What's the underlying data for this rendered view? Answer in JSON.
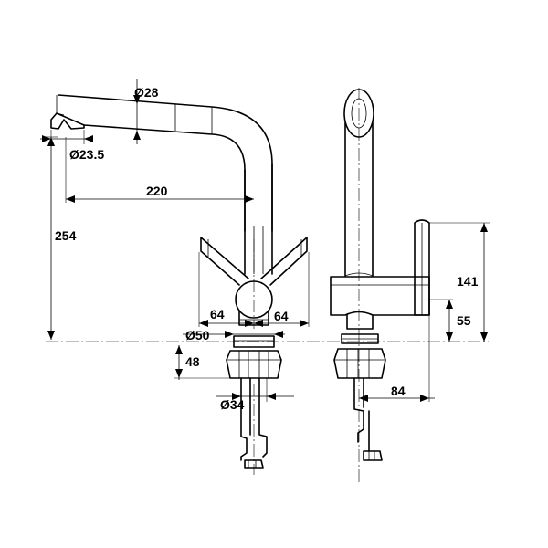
{
  "dimensions": {
    "spout_dia": "Ø28",
    "aerator_dia": "Ø23.5",
    "reach": "220",
    "height": "254",
    "lever_left": "64",
    "lever_right": "64",
    "base_dia": "Ø50",
    "shank_len": "48",
    "shank_dia": "Ø34",
    "lever_height": "141",
    "body_height": "55",
    "side_offset": "84"
  }
}
